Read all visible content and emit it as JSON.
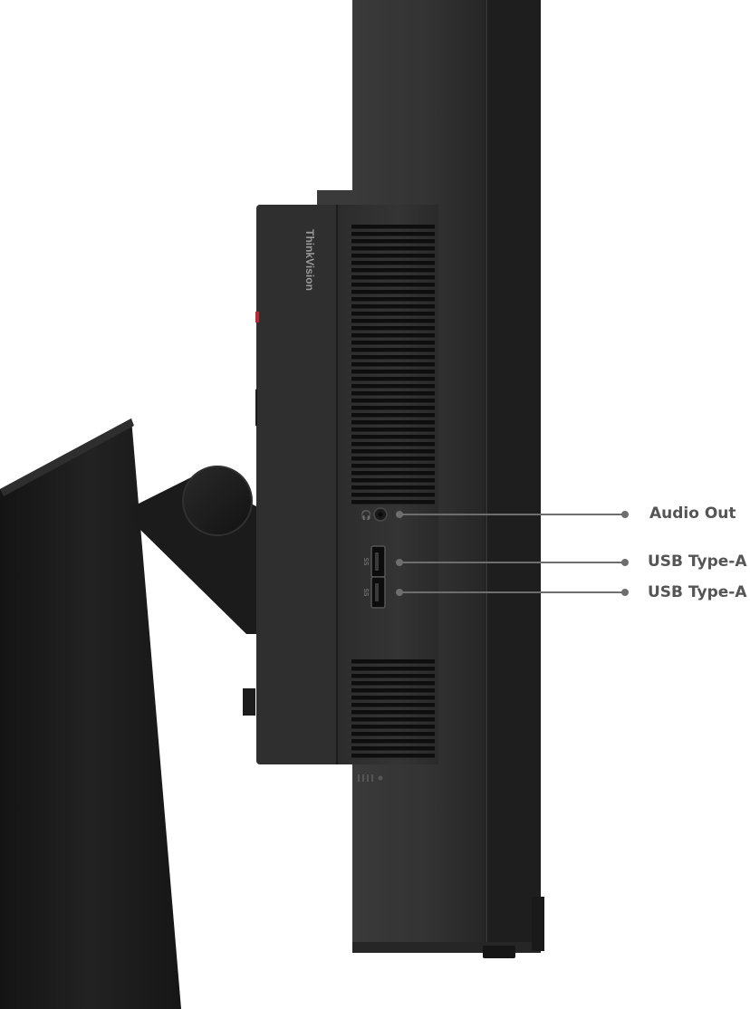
{
  "brand": {
    "logo_text": "ThinkVision"
  },
  "callouts": [
    {
      "label": "Audio Out",
      "port": "audio-jack"
    },
    {
      "label": "USB Type-A",
      "port": "usb-a"
    },
    {
      "label": "USB Type-A",
      "port": "usb-a"
    }
  ],
  "port_marks": {
    "usb_superspeed": "SS"
  },
  "colors": {
    "background": "#ffffff",
    "monitor_body": "#2b2b2b",
    "panel_edge": "#1f1f1f",
    "stand": "#1c1c1c",
    "accent_red": "#c0262d",
    "callout_line": "#6e6e6e",
    "label_text": "#555555"
  }
}
